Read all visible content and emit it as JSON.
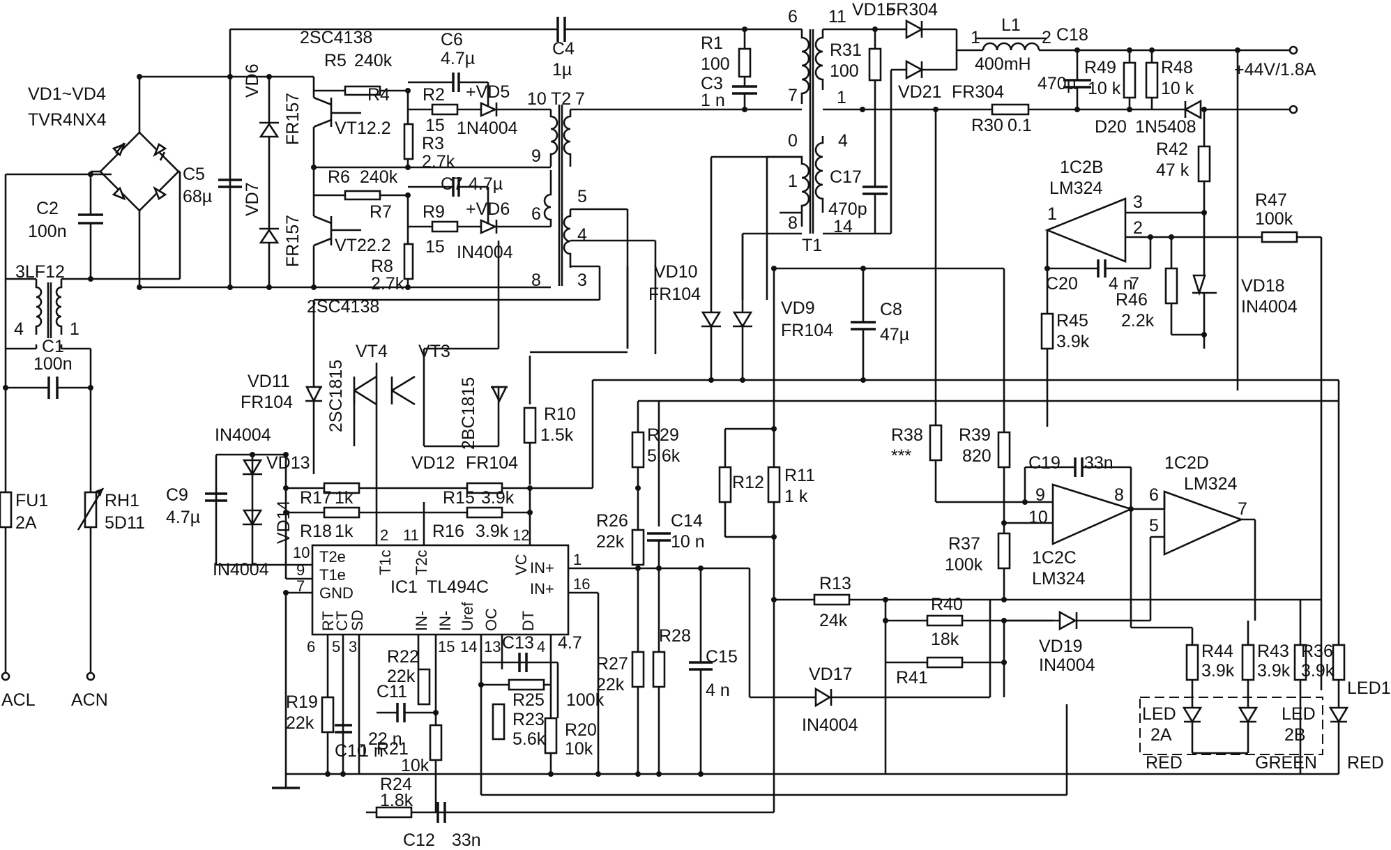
{
  "components": {
    "bridge": "VD1~VD4",
    "bridge_type": "TVR4NX4",
    "c2": "C2",
    "c2_val": "100n",
    "lf": "3LF12",
    "lf_pin4": "4",
    "lf_pin1": "1",
    "c1": "C1",
    "c1_val": "100n",
    "fu1": "FU1",
    "fu1_val": "2A",
    "rh1": "RH1",
    "rh1_val": "5D11",
    "acl": "ACL",
    "acn": "ACN",
    "c5": "C5",
    "c5_val": "68µ",
    "vd6": "VD6",
    "vd7": "VD7",
    "fr157a": "FR157",
    "fr157b": "FR157",
    "q_top": "2SC4138",
    "q_bot": "2SC4138",
    "r5": "R5",
    "r5_val": "240k",
    "r4": "R4",
    "vt1": "VT12.2",
    "r2": "R2",
    "r2_val": "15",
    "r3": "R3",
    "r3_val": "2.7k",
    "c6": "C6",
    "c6_val": "4.7µ",
    "vd5": "+VD5",
    "vd5_type": "1N4004",
    "r6": "R6",
    "r6_val": "240k",
    "r7": "R7",
    "vt2": "VT22.2",
    "r9": "R9",
    "r9_val": "15",
    "r8": "R8",
    "r8_val": "2.7k",
    "c7": "C7",
    "c7_val": "4.7µ",
    "vd6b": "+VD6",
    "vd6b_type": "IN4004",
    "c4": "C4",
    "c4_val": "1µ",
    "t2": "T2",
    "t2_p10": "10",
    "t2_p7": "7",
    "t2_p9": "9",
    "t2_p6": "6",
    "t2_p8": "8",
    "t2_p5": "5",
    "t2_p4": "4",
    "t2_p3": "3",
    "r1": "R1",
    "r1_val": "100",
    "c3": "C3",
    "c3_val": "1 n",
    "t1": "T1",
    "t1_p6": "6",
    "t1_p7": "7",
    "t1_p0": "0",
    "t1_p1": "1",
    "t1_p8": "8",
    "t1_p11": "11",
    "t1_p1b": "1",
    "t1_p4": "4",
    "t1_p14": "14",
    "r31": "R31",
    "r31_val": "100",
    "c17": "C17",
    "c17_val": "470p",
    "vd15": "VD15",
    "vd15_type": "FR304",
    "vd21": "VD21",
    "vd21_type": "FR304",
    "l1": "L1",
    "l1_val": "400mH",
    "l1_p1": "1",
    "l1_p2": "2",
    "c18": "C18",
    "c18_val": "470µ",
    "r49": "R49",
    "r49_val": "10 k",
    "r48": "R48",
    "r48_val": "10 k",
    "output": "+44V/1.8A",
    "r30": "R30",
    "r30_val": "0.1",
    "d20": "D20",
    "d20_type": "1N5408",
    "r42": "R42",
    "r42_val": "47 k",
    "ic2b": "1C2B",
    "ic2b_type": "LM324",
    "ic2b_p1": "1",
    "ic2b_p2": "2",
    "ic2b_p3": "3",
    "r47": "R47",
    "r47_val": "100k",
    "c20": "C20",
    "c20_val": "4 n",
    "c20_p": "7",
    "r46": "R46",
    "r46_val": "2.2k",
    "vd18": "VD18",
    "vd18_type": "IN4004",
    "r45": "R45",
    "r45_val": "3.9k",
    "vd10": "VD10",
    "vd10_type": "FR104",
    "vd9": "VD9",
    "vd9_type": "FR104",
    "c8": "C8",
    "c8_val": "47µ",
    "vd11": "VD11",
    "vd11_type": "FR104",
    "vt4": "VT4",
    "vt4_type": "2SC1815",
    "vt3": "VT3",
    "vt3_type": "2BC1815",
    "r10": "R10",
    "r10_val": "1.5k",
    "in4004_top": "IN4004",
    "vd13": "VD13",
    "vd12": "VD12",
    "vd12_type": "FR104",
    "c9": "C9",
    "c9_val": "4.7µ",
    "vd14": "VD14",
    "in4004_bot": "IN4004",
    "r17": "R17",
    "r17_val": "1k",
    "r15": "R15",
    "r15_val": "3.9k",
    "r18": "R18",
    "r18_val": "1k",
    "r16": "R16",
    "r16_val": "3.9k",
    "ic1": "IC1",
    "ic1_type": "TL494C",
    "ic1_t2e": "T2e",
    "ic1_t1e": "T1e",
    "ic1_gnd": "GND",
    "ic1_t1c": "T1c",
    "ic1_t2c": "T2c",
    "ic1_vc": "VC",
    "ic1_inp1": "IN+",
    "ic1_inp2": "IN+",
    "ic1_rt": "RT",
    "ic1_ct": "CT",
    "ic1_sd": "SD",
    "ic1_inm1": "IN-",
    "ic1_inm2": "IN-",
    "ic1_uref": "Uref",
    "ic1_oc": "OC",
    "ic1_dt": "DT",
    "p10": "10",
    "p9": "9",
    "p7": "7",
    "p2": "2",
    "p11": "11",
    "p12": "12",
    "p1": "1",
    "p16": "16",
    "p6": "6",
    "p5": "5",
    "p3": "3",
    "p15": "15",
    "p14": "14",
    "p13": "13",
    "p4": "4",
    "r29": "R29",
    "r29_val": "5.6k",
    "r26": "R26",
    "r26_val": "22k",
    "c14": "C14",
    "c14_val": "10 n",
    "r27": "R27",
    "r27_val": "22k",
    "r28": "R28",
    "c15": "C15",
    "c15_val": "4 n",
    "r12": "R12",
    "r11": "R11",
    "r11_val": "1 k",
    "r38": "R38",
    "r38_val": "***",
    "r39": "R39",
    "r39_val": "820",
    "r37": "R37",
    "r37_val": "100k",
    "c19": "C19",
    "c19_val": "33n",
    "ic2c": "1C2C",
    "ic2c_type": "LM324",
    "ic2c_p9": "9",
    "ic2c_p10": "10",
    "ic2c_p8": "8",
    "ic2d": "1C2D",
    "ic2d_type": "LM324",
    "ic2d_p6": "6",
    "ic2d_p5": "5",
    "ic2d_p7": "7",
    "r13": "R13",
    "r13_val": "24k",
    "r40": "R40",
    "r40_val": "18k",
    "r41": "R41",
    "vd19": "VD19",
    "vd19_type": "IN4004",
    "vd17": "VD17",
    "vd17_type": "IN4004",
    "r44": "R44",
    "r44_val": "3.9k",
    "r43": "R43",
    "r43_val": "3.9k",
    "r36": "R36",
    "r36_val": "3.9k",
    "led1": "LED1",
    "led2a": "LED",
    "led2a_b": "2A",
    "led2b": "LED",
    "led2b_b": "2B",
    "red1": "RED",
    "green": "GREEN",
    "red2": "RED",
    "r22": "R22",
    "r22_val": "22k",
    "c11": "C11",
    "c11_val": "22 n",
    "r21": "R21",
    "r21_val": "10k",
    "c13": "C13",
    "c13_val": "4.7",
    "r25": "R25",
    "r25_val": "100k",
    "r23": "R23",
    "r23_val": "5.6k",
    "r20": "R20",
    "r20_val": "10k",
    "r19": "R19",
    "r19_val": "22k",
    "c10": "C10",
    "c10_val": "1 n",
    "r24": "R24",
    "r24_val": "1.8k",
    "c12": "C12",
    "c12_val": "33n"
  }
}
